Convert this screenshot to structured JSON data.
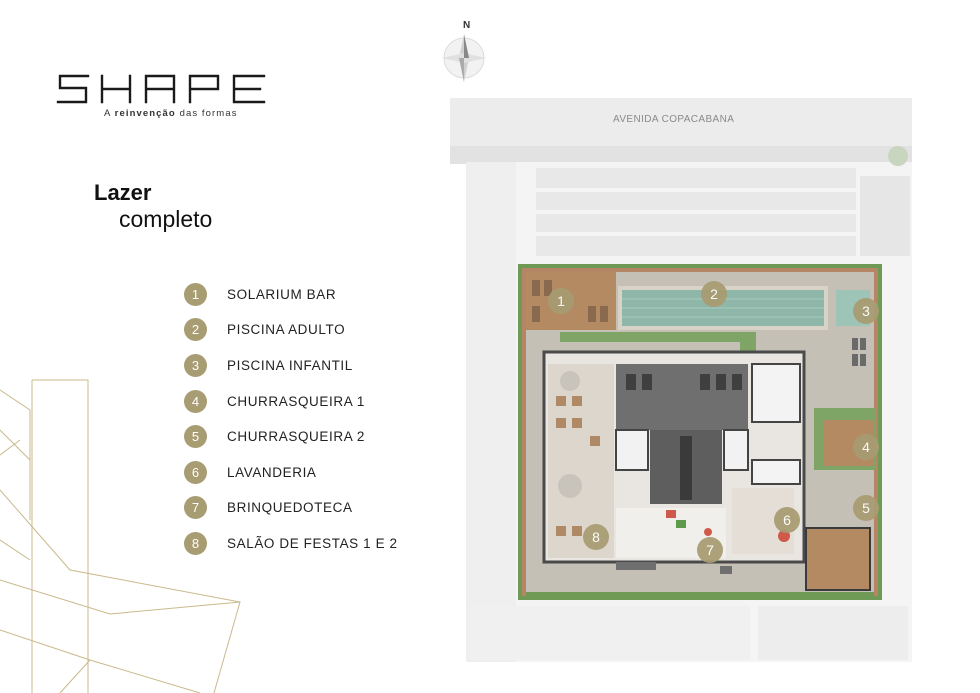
{
  "brand": {
    "name": "SHAPE",
    "tagline_prefix": "A ",
    "tagline_bold": "reinvenção",
    "tagline_suffix": " das formas"
  },
  "heading": {
    "line1": "Lazer",
    "line2": "completo"
  },
  "legend": [
    {
      "number": "1",
      "label": "SOLARIUM BAR"
    },
    {
      "number": "2",
      "label": "PISCINA ADULTO"
    },
    {
      "number": "3",
      "label": "PISCINA INFANTIL"
    },
    {
      "number": "4",
      "label": "CHURRASQUEIRA 1"
    },
    {
      "number": "5",
      "label": "CHURRASQUEIRA 2"
    },
    {
      "number": "6",
      "label": "LAVANDERIA"
    },
    {
      "number": "7",
      "label": "BRINQUEDOTECA"
    },
    {
      "number": "8",
      "label": "SALÃO DE FESTAS 1 E 2"
    }
  ],
  "map": {
    "north_label": "N",
    "street_label": "AVENIDA COPACABANA",
    "markers": [
      "1",
      "2",
      "3",
      "4",
      "5",
      "6",
      "7",
      "8"
    ]
  },
  "colors": {
    "accent_gold": "#a89c72",
    "pool_water": "#8fb7a9",
    "deck_wood": "#b48a63",
    "hedge_green": "#6e9a55"
  }
}
